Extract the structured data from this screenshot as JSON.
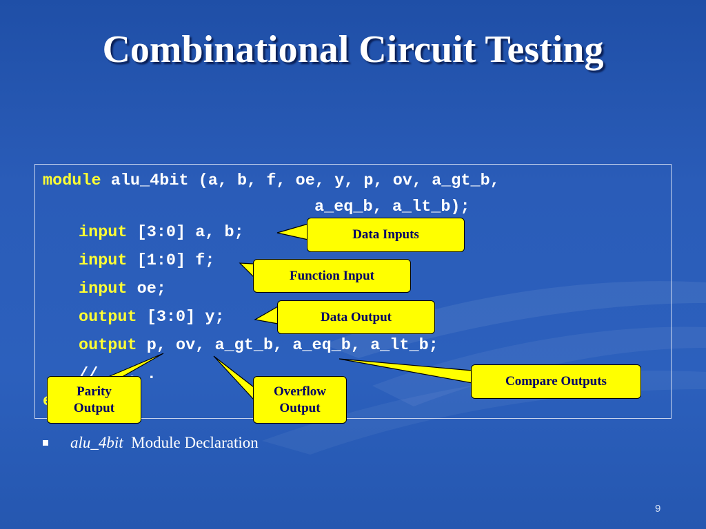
{
  "slide": {
    "title": "Combinational Circuit Testing",
    "page_number": "9"
  },
  "code": {
    "line1_kw": "module",
    "line1_rest": " alu_4bit (a, b, f, oe, y, p, ov, a_gt_b,",
    "line2": "a_eq_b, a_lt_b);",
    "line3_kw": "input",
    "line3_rest": " [3:0] a, b;",
    "line4_kw": "input",
    "line4_rest": " [1:0] f;",
    "line5_kw": "input",
    "line5_rest": " oe;",
    "line6_kw": "output",
    "line6_rest": " [3:0] y;",
    "line7_kw": "output",
    "line7_rest": " p, ov, a_gt_b, a_eq_b, a_lt_b;",
    "line8": "// . . .",
    "line9": "endmodule"
  },
  "callouts": {
    "data_inputs": "Data Inputs",
    "function_input": "Function Input",
    "data_output": "Data Output",
    "compare_outputs": "Compare Outputs",
    "parity_output_1": "Parity",
    "parity_output_2": "Output",
    "overflow_output_1": "Overflow",
    "overflow_output_2": "Output"
  },
  "bullet": {
    "name": "alu_4bit",
    "text": "Module Declaration"
  },
  "colors": {
    "background": "#2a5cb8",
    "keyword": "#ffff33",
    "callout_fill": "#ffff00",
    "callout_text": "#000066"
  }
}
